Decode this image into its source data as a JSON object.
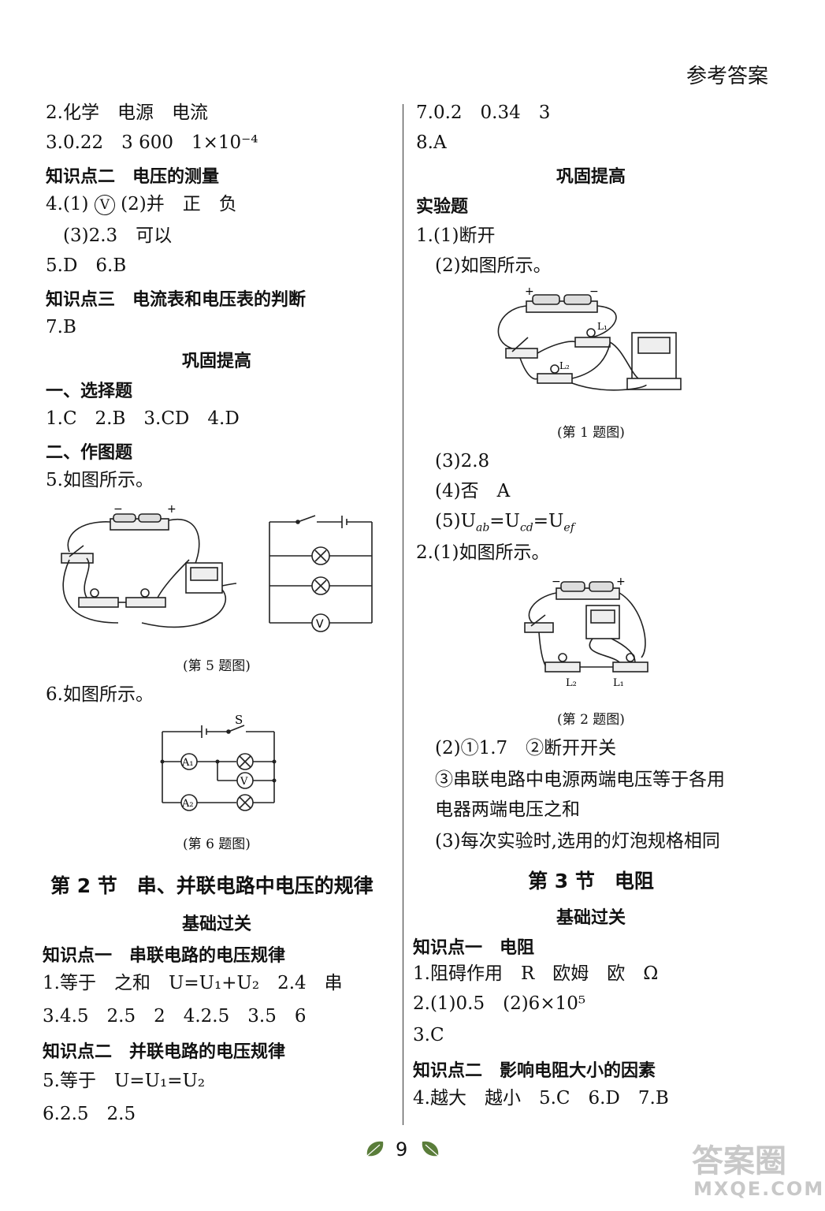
{
  "header": {
    "title": "参考答案"
  },
  "left": {
    "l1": "2.化学　电源　电流",
    "l2": "3.0.22　3 600　1×10⁻⁴",
    "h_kp2": "知识点二　电压的测量",
    "l4": "4.(1)",
    "l4_v": "V",
    "l4_rest": "(2)并　正　负",
    "l4b": "(3)2.3　可以",
    "l5": "5.D　6.B",
    "h_kp3": "知识点三　电流表和电压表的判断",
    "l7": "7.B",
    "h_gg": "巩固提高",
    "h_xz": "一、选择题",
    "l_xz": "1.C　2.B　3.CD　4.D",
    "h_zt": "二、作图题",
    "l_5": "5.如图所示。",
    "cap5": "(第 5 题图)",
    "l_6": "6.如图所示。",
    "cap6": "(第 6 题图)",
    "sec2": "第 2 节　串、并联电路中电压的规律",
    "h_jc": "基础过关",
    "h_kp1": "知识点一　串联电路的电压规律",
    "s1": "1.等于　之和　U=U₁+U₂　2.4　串",
    "s3": "3.4.5　2.5　2　4.2.5　3.5　6",
    "h_kp2b": "知识点二　并联电路的电压规律",
    "s5": "5.等于　U=U₁=U₂",
    "s6": "6.2.5　2.5"
  },
  "right": {
    "r7": "7.0.2　0.34　3",
    "r8": "8.A",
    "h_gg": "巩固提高",
    "h_sy": "实验题",
    "r1": "1.(1)断开",
    "r1b": "(2)如图所示。",
    "cap1": "(第 1 题图)",
    "r1c": "(3)2.8",
    "r1d": "(4)否　A",
    "r1e": "(5)U",
    "r1e_ab": "ab",
    "r1e_m": "=U",
    "r1e_cd": "cd",
    "r1e_m2": "=U",
    "r1e_ef": "ef",
    "r2": "2.(1)如图所示。",
    "cap2": "(第 2 题图)",
    "r2b": "(2)①1.7　②断开开关",
    "r2c": "③串联电路中电源两端电压等于各用",
    "r2d": "电器两端电压之和",
    "r2e": "(3)每次实验时,选用的灯泡规格相同",
    "sec3": "第 3 节　电阻",
    "h_jc": "基础过关",
    "h_kp1": "知识点一　电阻",
    "t1": "1.阻碍作用　R　欧姆　欧　Ω",
    "t2": "2.(1)0.5　(2)6×10⁵",
    "t3": "3.C",
    "h_kp2": "知识点二　影响电阻大小的因素",
    "t4": "4.越大　越小　5.C　6.D　7.B"
  },
  "footer": {
    "page": "9"
  },
  "watermark": {
    "top": "答案圈",
    "bottom": "MXQE.COM"
  },
  "figure_labels": {
    "s": "S",
    "a1": "A₁",
    "a2": "A₂",
    "v": "V",
    "l1": "L₁",
    "l2": "L₂"
  }
}
